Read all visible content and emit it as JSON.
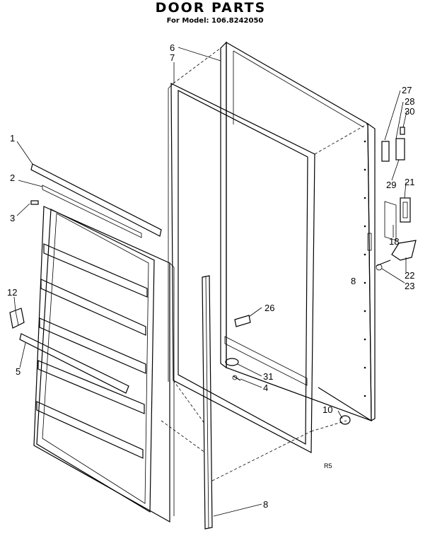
{
  "title": "DOOR PARTS",
  "subtitle": "For Model: 106.8242050",
  "corner_mark": "R5",
  "callouts": {
    "c1": "1",
    "c2": "2",
    "c3": "3",
    "c4": "4",
    "c5": "5",
    "c6": "6",
    "c7": "7",
    "c8": "8",
    "c10": "10",
    "c12": "12",
    "c18": "18",
    "c21": "21",
    "c22": "22",
    "c23": "23",
    "c26": "26",
    "c27": "27",
    "c28": "28",
    "c29": "29",
    "c30": "30",
    "c31": "31"
  }
}
